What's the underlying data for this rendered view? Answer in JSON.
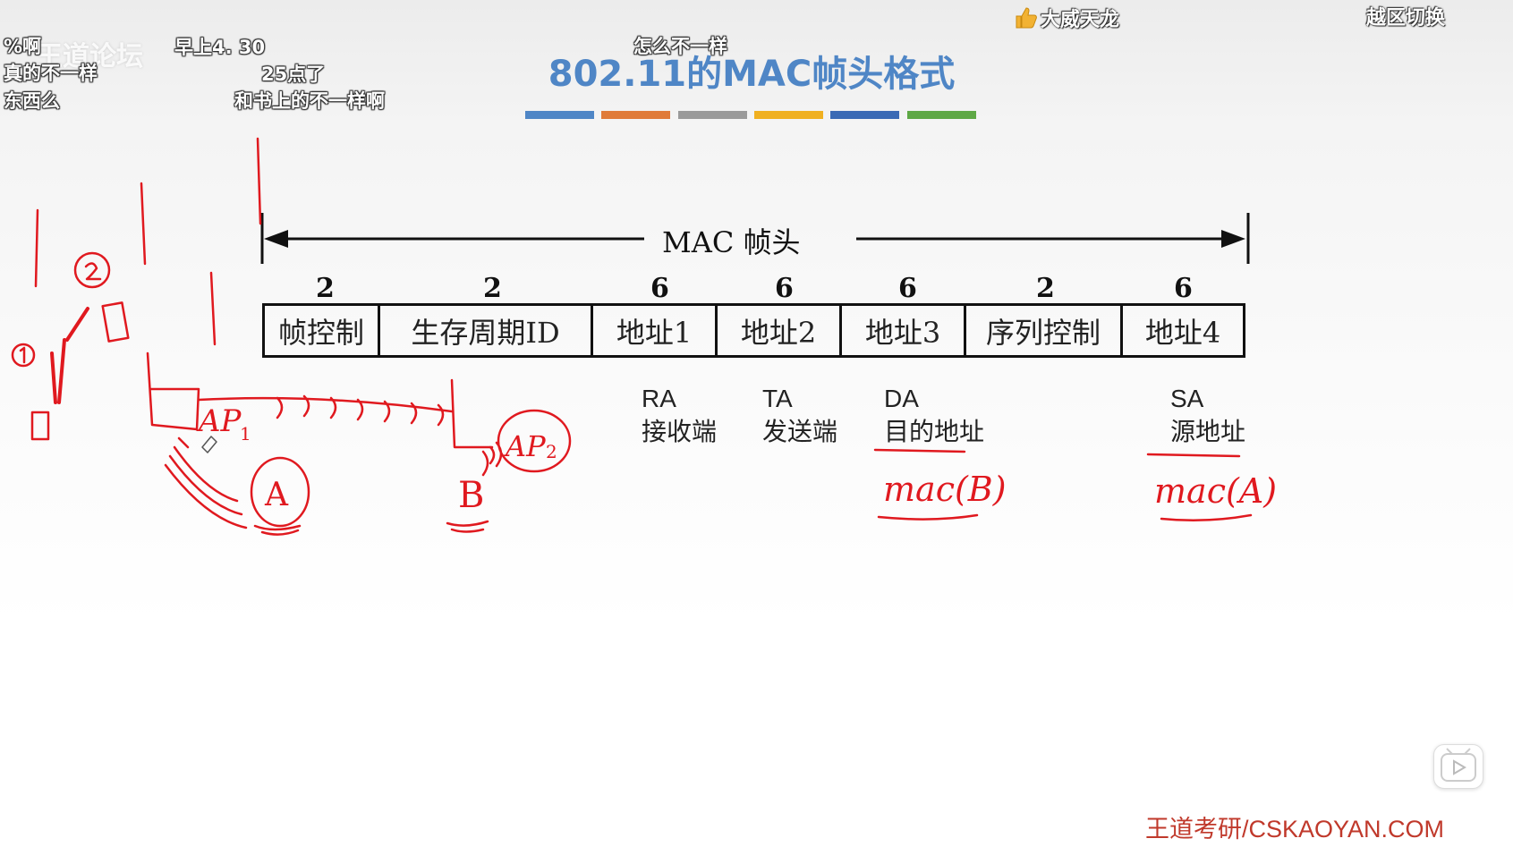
{
  "danmaku": [
    {
      "id": "d1",
      "text": "%啊"
    },
    {
      "id": "d2",
      "text": "真的不一样"
    },
    {
      "id": "d3",
      "text": "东西么"
    },
    {
      "id": "d4",
      "text": "早上4. 30"
    },
    {
      "id": "d5",
      "text": "25点了"
    },
    {
      "id": "d6",
      "text": "和书上的不一样啊"
    },
    {
      "id": "d7",
      "text": "怎么不一样"
    }
  ],
  "watermark_text": "王道论坛",
  "top_bar": {
    "thumbs_user": "大威天龙",
    "region_switch": "越区切换"
  },
  "slide": {
    "title": "802.11的MAC帧头格式",
    "accent_colors": [
      "#4f86c6",
      "#e07b39",
      "#9a9a9a",
      "#f0b020",
      "#3a6ab5",
      "#5ea845"
    ],
    "header_label": "MAC 帧头",
    "fields": [
      {
        "size": "2",
        "name": "帧控制"
      },
      {
        "size": "2",
        "name": "生存周期ID"
      },
      {
        "size": "6",
        "name": "地址1"
      },
      {
        "size": "6",
        "name": "地址2"
      },
      {
        "size": "6",
        "name": "地址3"
      },
      {
        "size": "2",
        "name": "序列控制"
      },
      {
        "size": "6",
        "name": "地址4"
      }
    ],
    "annotations": [
      {
        "abbr": "RA",
        "meaning": "接收端"
      },
      {
        "abbr": "TA",
        "meaning": "发送端"
      },
      {
        "abbr": "DA",
        "meaning": "目的地址"
      },
      {
        "abbr": "SA",
        "meaning": "源地址"
      }
    ],
    "handwriting": {
      "da_value": "mac(B)",
      "sa_value": "mac(A)",
      "labels": [
        "AP1",
        "AP2",
        "A",
        "B",
        "①",
        "②"
      ]
    },
    "footer": "王道考研/CSKAOYAN.COM"
  },
  "icons": {
    "play": "play-icon",
    "thumbs": "thumbs-up-icon"
  }
}
